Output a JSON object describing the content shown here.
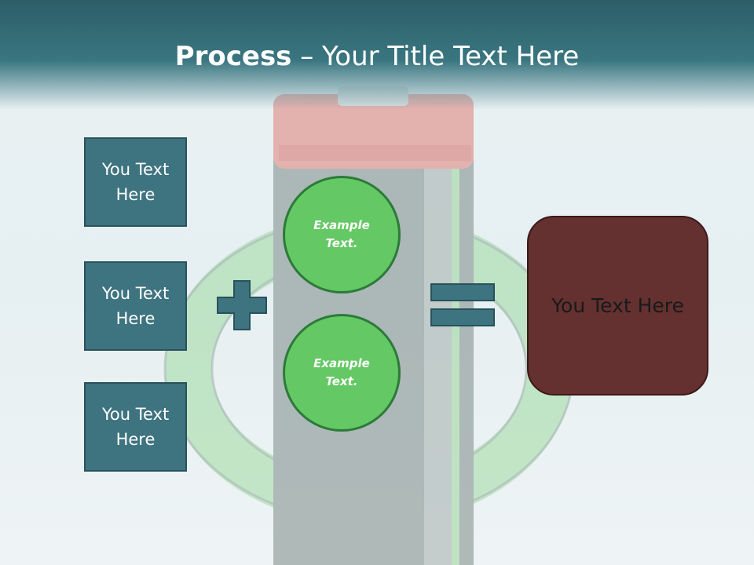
{
  "title": {
    "bold": "Process",
    "rest": " – Your Title Text Here"
  },
  "input_boxes": [
    {
      "line1": "You Text",
      "line2": "Here"
    },
    {
      "line1": "You Text",
      "line2": "Here"
    },
    {
      "line1": "You Text",
      "line2": "Here"
    }
  ],
  "circles": [
    {
      "line1": "Example",
      "line2": "Text."
    },
    {
      "line1": "Example",
      "line2": "Text."
    }
  ],
  "operators": {
    "plus": "plus-icon",
    "equals": "equals-icon"
  },
  "result": {
    "label": "You Text Here"
  },
  "colors": {
    "header": "#2c5e68",
    "box": "#3e7380",
    "circle": "#64c864",
    "result": "#643030"
  }
}
